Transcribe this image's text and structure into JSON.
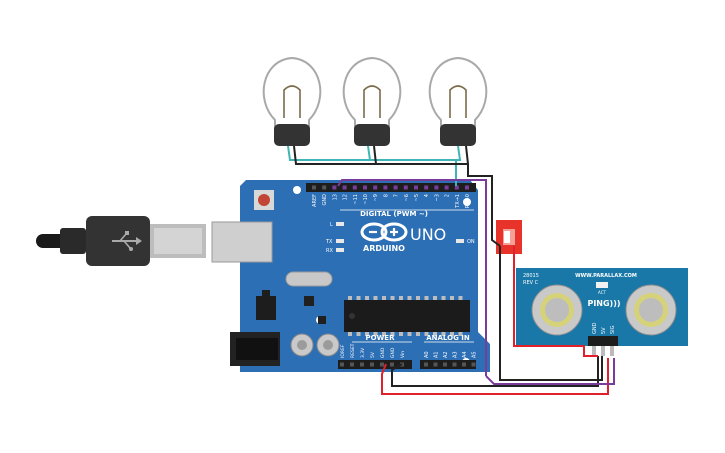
{
  "board": {
    "brand": "ARDUINO",
    "model": "UNO",
    "digital_header": "DIGITAL (PWM ~)",
    "power_header": "POWER",
    "analog_header": "ANALOG IN",
    "led_l": "L",
    "led_tx": "TX",
    "led_rx": "RX",
    "led_on": "ON",
    "top_pins": [
      "AREF",
      "GND",
      "13",
      "12",
      "~11",
      "~10",
      "~9",
      "8",
      "7",
      "~6",
      "~5",
      "4",
      "~3",
      "2",
      "TX→1",
      "RX←0"
    ],
    "power_pins": [
      "IOREF",
      "RESET",
      "3.3V",
      "5V",
      "GND",
      "GND",
      "Vin"
    ],
    "analog_pins": [
      "A0",
      "A1",
      "A2",
      "A3",
      "A4",
      "A5"
    ]
  },
  "sensor": {
    "part_no": "28015",
    "rev": "REV C",
    "url": "WWW.PARALLAX.COM",
    "name": "PING)))",
    "act": "ACT",
    "pins": [
      "GND",
      "5V",
      "SIG"
    ]
  },
  "colors": {
    "board": "#2d6fb5",
    "wire_red": "#e0202a",
    "wire_black": "#222222",
    "wire_purple": "#7a3c9a",
    "wire_teal": "#3fb5b5",
    "switch": "#e8332a",
    "sensor": "#1a78a8"
  }
}
